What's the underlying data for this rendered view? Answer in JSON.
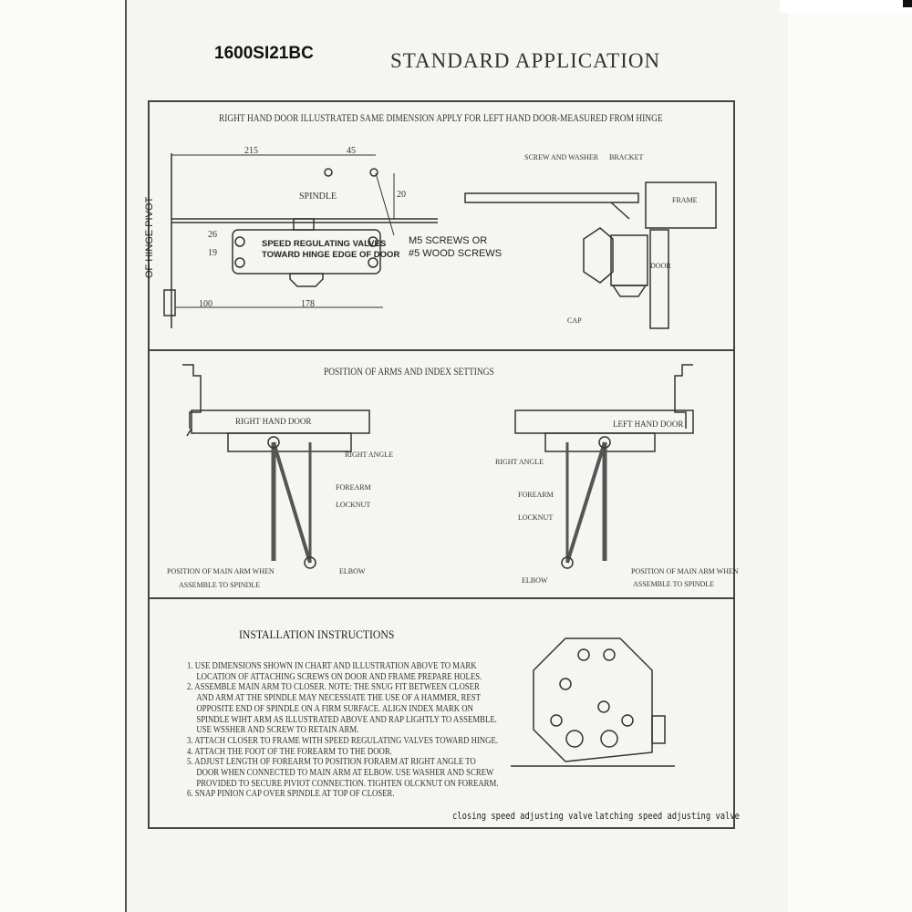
{
  "header": {
    "model": "1600SI21BC",
    "title": "STANDARD APPLICATION"
  },
  "section1": {
    "caption": "RIGHT HAND DOOR ILLUSTRATED SAME DIMENSION APPLY FOR LEFT HAND DOOR-MEASURED FROM HINGE",
    "dims": {
      "d215": "215",
      "d45": "45",
      "d20": "20",
      "d26": "26",
      "d19": "19",
      "d100": "100",
      "d178": "178"
    },
    "labels": {
      "hinge": "OF HINGE PIVOT",
      "spindle": "SPINDLE",
      "valves1": "SPEED REGULATING VALVES",
      "valves2": "TOWARD HINGE EDGE OF DOOR",
      "screws1": "M5 SCREWS OR",
      "screws2": "#5 WOOD SCREWS",
      "screw_washer": "SCREW AND WASHER",
      "bracket": "BRACKET",
      "frame": "FRAME",
      "door": "DOOR",
      "cap": "CAP"
    }
  },
  "section2": {
    "caption": "POSITION OF ARMS AND INDEX SETTINGS",
    "right": {
      "door": "RIGHT HAND DOOR",
      "right_angle": "RIGHT ANGLE",
      "forearm": "FOREARM",
      "locknut": "LOCKNUT",
      "main_arm1": "POSITION OF MAIN ARM WHEN",
      "main_arm2": "ASSEMBLE TO SPINDLE",
      "elbow": "ELBOW"
    },
    "left": {
      "door": "LEFT HAND DOOR",
      "right_angle": "RIGHT ANGLE",
      "forearm": "FOREARM",
      "locknut": "LOCKNUT",
      "main_arm1": "POSITION OF MAIN ARM WHEN",
      "main_arm2": "ASSEMBLE TO SPINDLE",
      "elbow": "ELBOW"
    }
  },
  "section3": {
    "caption": "INSTALLATION INSTRUCTIONS",
    "lines": [
      "1. USE DIMENSIONS SHOWN IN CHART AND ILLUSTRATION ABOVE TO MARK",
      "   LOCATION OF ATTACHING SCREWS ON DOOR AND FRAME PREPARE HOLES.",
      "2. ASSEMBLE MAIN ARM TO CLOSER. NOTE: THE SNUG FIT BETWEEN CLOSER",
      "   AND ARM AT THE SPINDLE MAY NECESSIATE THE USE OF A HAMMER, REST",
      "   OPPOSITE END OF SPINDLE ON A FIRM SURFACE. ALIGN INDEX MARK ON",
      "   SPINDLE WIHT ARM AS ILLUSTRATED ABOVE AND RAP LIGHTLY TO ASSEMBLE.",
      "   USE WSSHER AND SCREW TO  RETAIN ARM.",
      "3. ATTACH CLOSER TO FRAME WITH SPEED REGULATING VALVES TOWARD HINGE.",
      "4. ATTACH THE FOOT OF THE FOREARM TO THE DOOR.",
      "5. ADJUST LENGTH OF FOREARM TO POSITION FORARM AT RIGHT ANGLE TO",
      "   DOOR WHEN CONNECTED TO MAIN ARM AT ELBOW. USE WASHER AND SCREW",
      "   PROVIDED TO SECURE PIVIOT CONNECTION. TIGHTEN OLCKNUT ON FOREARM.",
      "6. SNAP PINION CAP OVER SPINDLE AT TOP OF CLOSER."
    ],
    "closing": "closing speed adjusting valve",
    "latching": "latching speed adjusting valve"
  }
}
